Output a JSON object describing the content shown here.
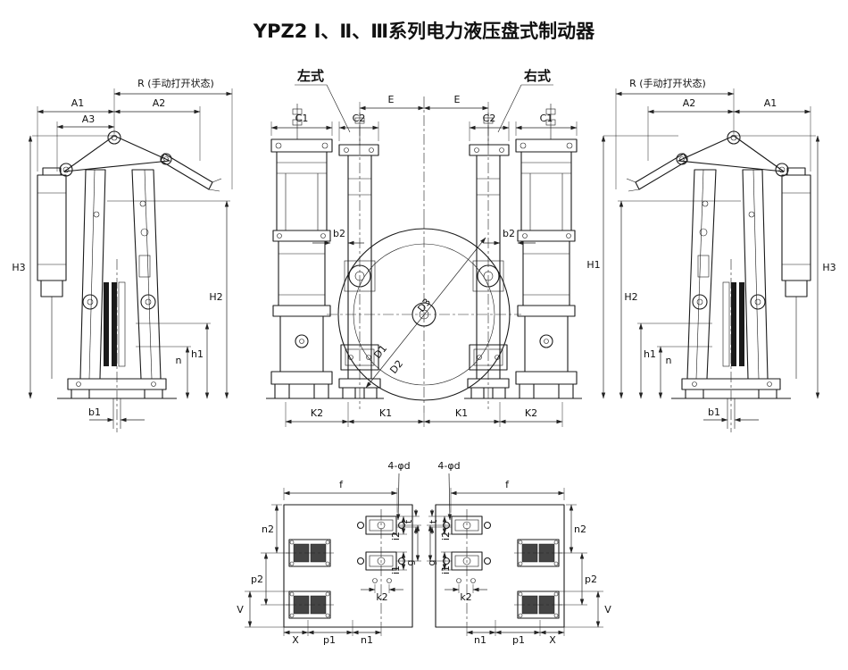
{
  "title": "YPZ2 Ⅰ、Ⅱ、Ⅲ系列电力液压盘式制动器",
  "view_labels": {
    "left_type": "左式",
    "right_type": "右式"
  },
  "dims": {
    "R": "R (手动打开状态)",
    "A1": "A1",
    "A2": "A2",
    "A3": "A3",
    "H1": "H1",
    "H2": "H2",
    "H3": "H3",
    "h1": "h1",
    "n": "n",
    "b1": "b1",
    "b2": "b2",
    "C1": "C1",
    "C2": "C2",
    "E": "E",
    "K1": "K1",
    "K2": "K2",
    "D1": "D1",
    "D2": "D2",
    "D3": "D3",
    "f": "f",
    "phi_d": "4-φd",
    "n1": "n1",
    "n2": "n2",
    "p1": "p1",
    "p2": "p2",
    "V": "V",
    "X": "X",
    "g": "g",
    "t": "t",
    "i1": "i1",
    "i2": "i2",
    "k2": "k2"
  }
}
